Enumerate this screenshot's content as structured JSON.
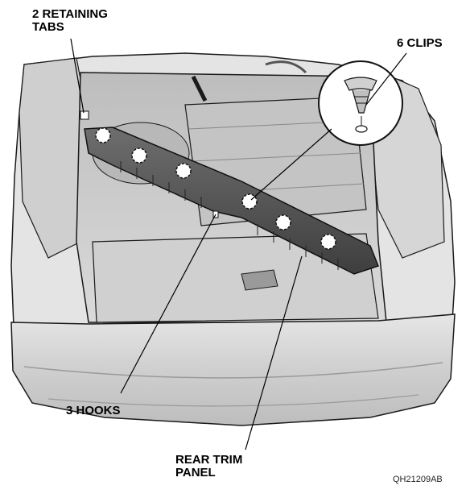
{
  "callouts": {
    "retaining_tabs": {
      "line1": "2 RETAINING",
      "line2": "TABS"
    },
    "clips": "6 CLIPS",
    "hooks": "3 HOOKS",
    "rear_trim_panel": {
      "line1": "REAR TRIM",
      "line2": "PANEL"
    }
  },
  "figure_id": "QH21209AB",
  "clip_count": 6,
  "colors": {
    "line_art": "#1a1a1a",
    "body_shade": "#d9d9d9",
    "trim_panel": "#5a5a5a",
    "background": "#ffffff"
  }
}
